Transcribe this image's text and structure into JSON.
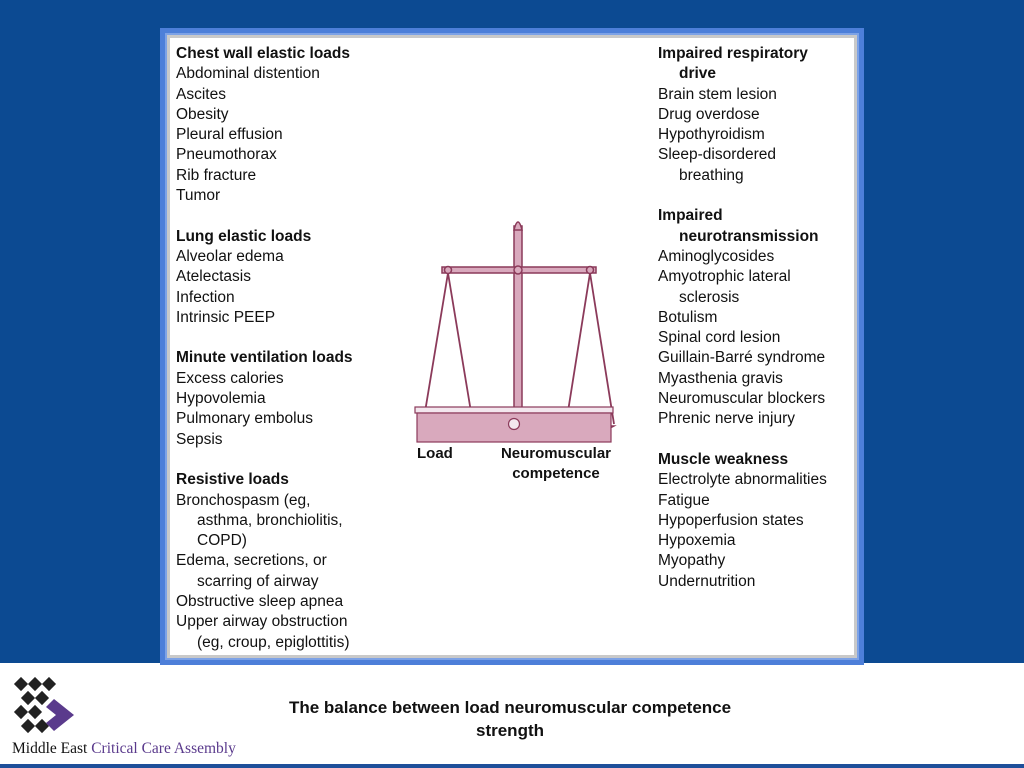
{
  "left_column": [
    {
      "title": "Chest wall elastic loads",
      "items": [
        [
          "Abdominal distention"
        ],
        [
          "Ascites"
        ],
        [
          "Obesity"
        ],
        [
          "Pleural effusion"
        ],
        [
          "Pneumothorax"
        ],
        [
          "Rib fracture"
        ],
        [
          "Tumor"
        ]
      ]
    },
    {
      "title": "Lung elastic loads",
      "items": [
        [
          "Alveolar edema"
        ],
        [
          "Atelectasis"
        ],
        [
          "Infection"
        ],
        [
          "Intrinsic PEEP"
        ]
      ]
    },
    {
      "title": "Minute ventilation loads",
      "items": [
        [
          "Excess calories"
        ],
        [
          "Hypovolemia"
        ],
        [
          "Pulmonary embolus"
        ],
        [
          "Sepsis"
        ]
      ]
    },
    {
      "title": "Resistive loads",
      "items": [
        [
          "Bronchospasm (eg,",
          "asthma, bronchiolitis,",
          "COPD)"
        ],
        [
          "Edema, secretions, or",
          "scarring of airway"
        ],
        [
          "Obstructive sleep apnea"
        ],
        [
          "Upper airway obstruction",
          "(eg, croup, epiglottitis)"
        ]
      ]
    }
  ],
  "right_column": [
    {
      "title": [
        "Impaired respiratory",
        "drive"
      ],
      "items": [
        [
          "Brain stem lesion"
        ],
        [
          "Drug overdose"
        ],
        [
          "Hypothyroidism"
        ],
        [
          "Sleep-disordered",
          "breathing"
        ]
      ]
    },
    {
      "title": [
        "Impaired",
        "neurotransmission"
      ],
      "items": [
        [
          "Aminoglycosides"
        ],
        [
          "Amyotrophic lateral",
          "sclerosis"
        ],
        [
          "Botulism"
        ],
        [
          "Spinal cord lesion"
        ],
        [
          "Guillain-Barré syndrome"
        ],
        [
          "Myasthenia gravis"
        ],
        [
          "Neuromuscular blockers"
        ],
        [
          "Phrenic nerve injury"
        ]
      ]
    },
    {
      "title": [
        "Muscle weakness"
      ],
      "items": [
        [
          "Electrolyte abnormalities"
        ],
        [
          "Fatigue"
        ],
        [
          "Hypoperfusion states"
        ],
        [
          "Hypoxemia"
        ],
        [
          "Myopathy"
        ],
        [
          "Undernutrition"
        ]
      ]
    }
  ],
  "scale": {
    "label_load": "Load",
    "label_competence": "Neuromuscular competence",
    "colors": {
      "frame": "#8b3a5a",
      "base": "#d9a9bd",
      "pan": "#e8559a"
    }
  },
  "caption": "The balance between load neuromuscular competence strength",
  "logo": {
    "text_black": "Middle East",
    "text_purple": "Critical Care Assembly"
  },
  "colors": {
    "background": "#0c4a92",
    "frame": "#4d7fd9",
    "logo_purple": "#5a3a8c"
  }
}
